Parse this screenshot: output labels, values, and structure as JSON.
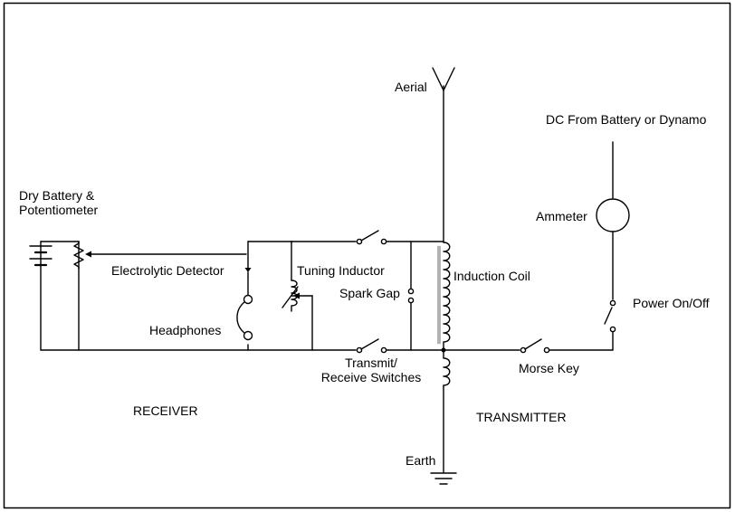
{
  "labels": {
    "aerial": "Aerial",
    "dc_source": "DC From Battery or Dynamo",
    "dry_battery_line1": "Dry Battery &",
    "dry_battery_line2": "Potentiometer",
    "ammeter": "Ammeter",
    "electrolytic_detector": "Electrolytic Detector",
    "tuning_inductor": "Tuning Inductor",
    "induction_coil": "Induction Coil",
    "spark_gap": "Spark Gap",
    "power_switch": "Power On/Off",
    "headphones": "Headphones",
    "tr_switch_line1": "Transmit/",
    "tr_switch_line2": "Receive Switches",
    "morse_key": "Morse Key",
    "receiver": "RECEIVER",
    "transmitter": "TRANSMITTER",
    "earth": "Earth"
  }
}
